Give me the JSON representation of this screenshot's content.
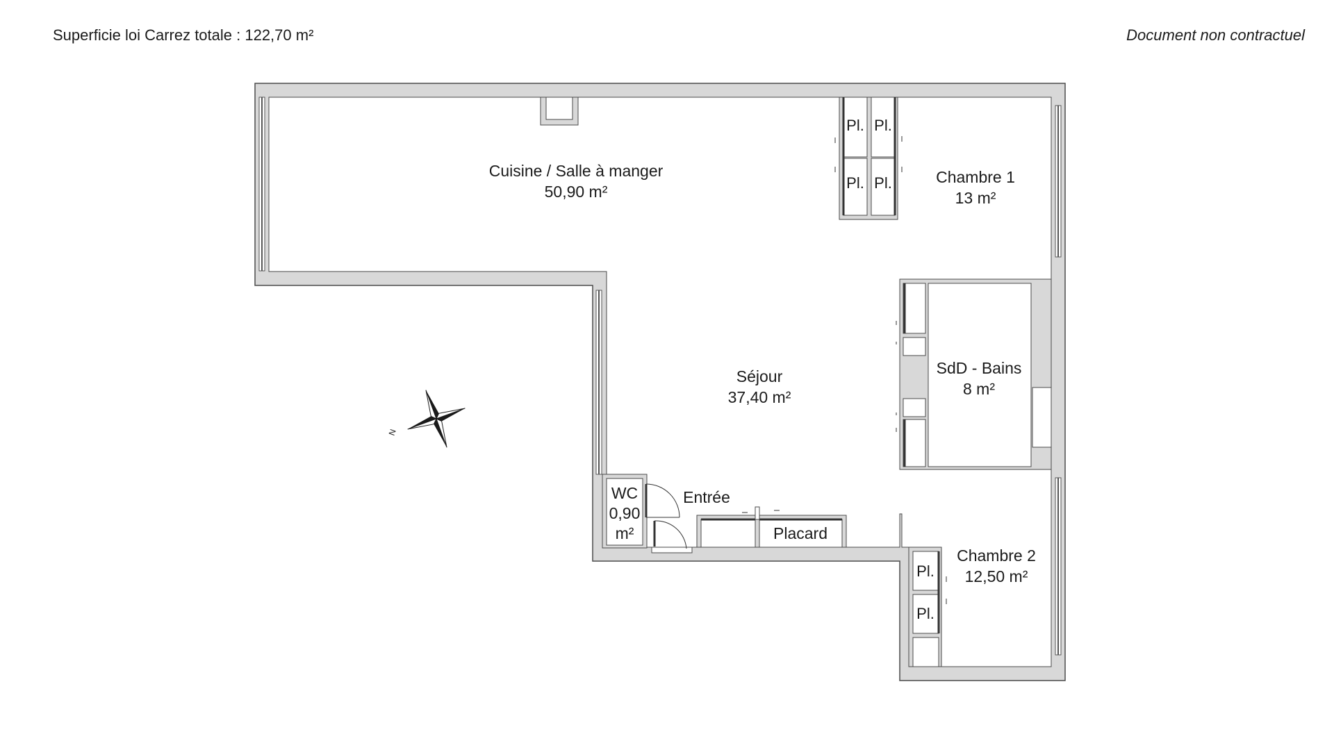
{
  "header": {
    "total_area": "Superficie loi Carrez totale : 122,70 m²",
    "disclaimer": "Document non contractuel"
  },
  "rooms": {
    "cuisine": {
      "name": "Cuisine / Salle à manger",
      "area": "50,90 m²"
    },
    "chambre1": {
      "name": "Chambre 1",
      "area": "13 m²"
    },
    "sejour": {
      "name": "Séjour",
      "area": "37,40 m²"
    },
    "sdd": {
      "name": "SdD - Bains",
      "area": "8 m²"
    },
    "wc": {
      "name": "WC",
      "area_value": "0,90",
      "area_unit": "m²"
    },
    "entree": {
      "name": "Entrée"
    },
    "placard": {
      "name": "Placard"
    },
    "chambre2": {
      "name": "Chambre 2",
      "area": "12,50 m²"
    }
  },
  "closet_label": "Pl.",
  "compass": {
    "north_label": "N"
  },
  "colors": {
    "wall_fill": "#d8d8d8",
    "wall_stroke": "#4a4a4a",
    "window": "#555555",
    "floor": "#ffffff"
  }
}
